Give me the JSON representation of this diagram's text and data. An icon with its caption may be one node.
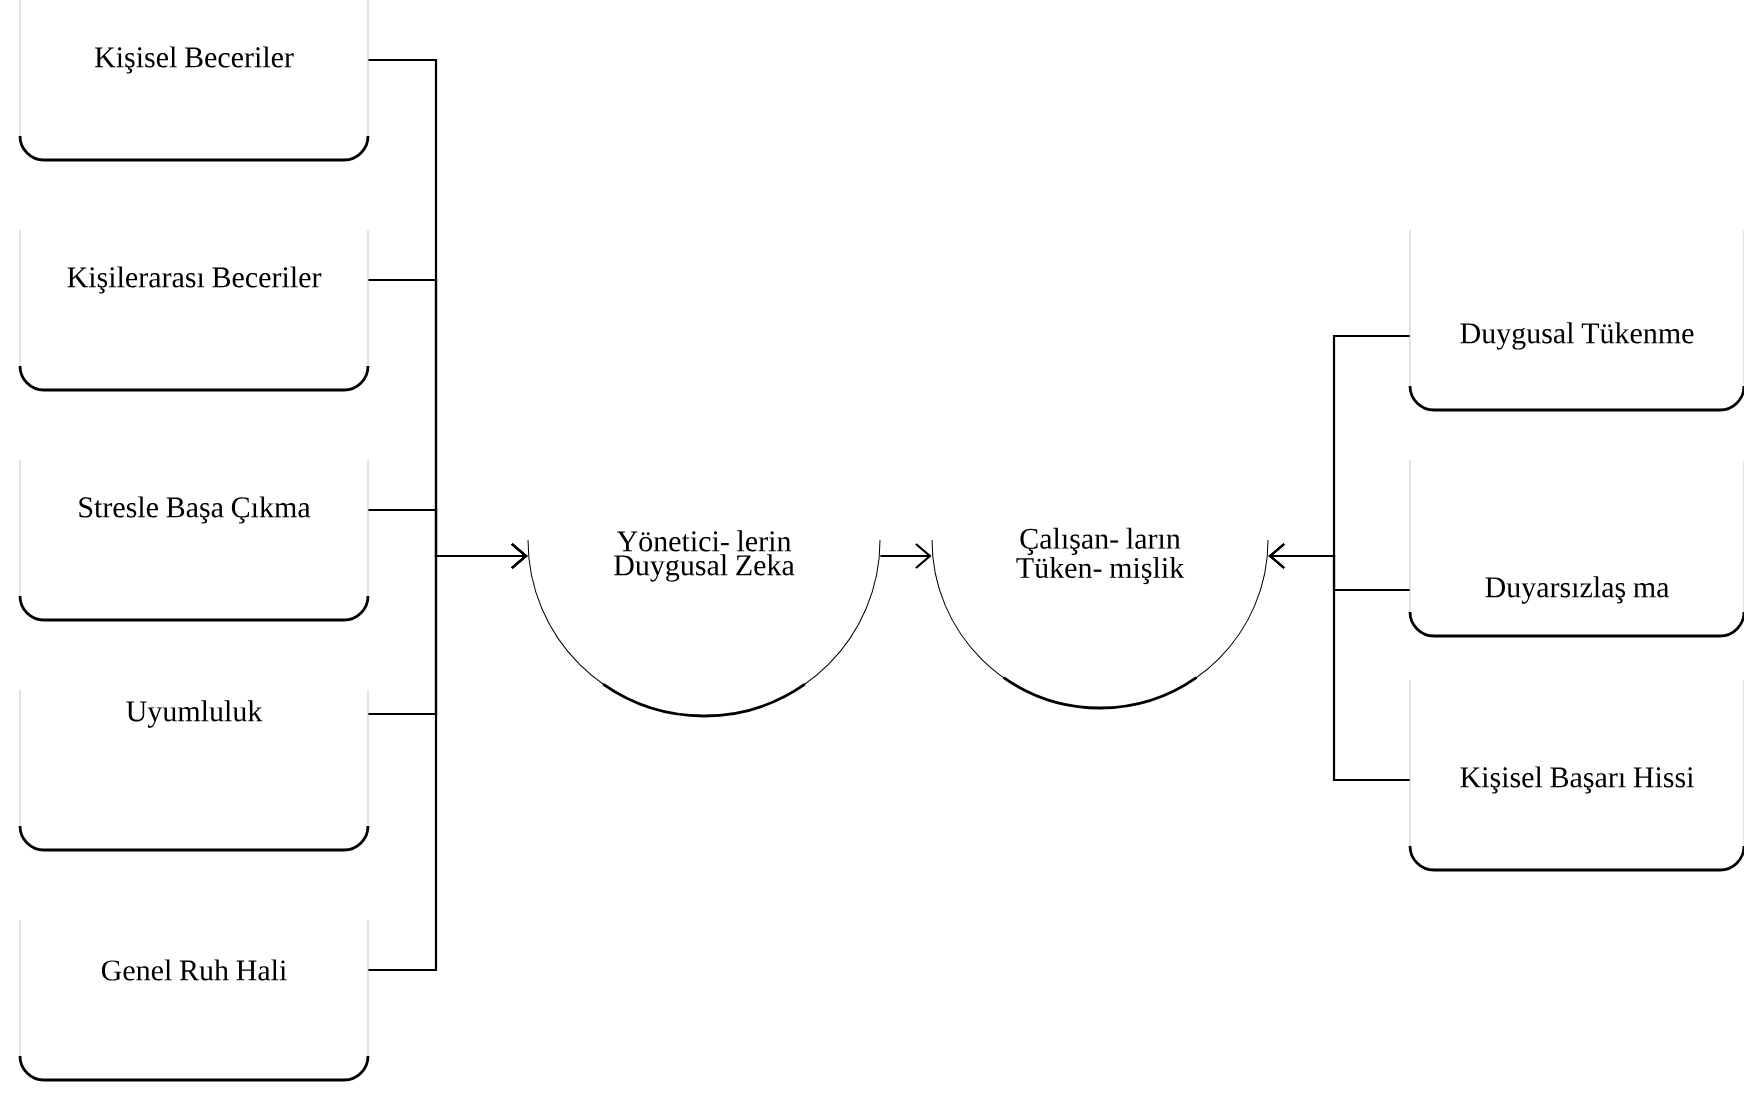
{
  "diagram": {
    "nodes": [
      {
        "text": [
          "Kişisel Beceriler"
        ]
      },
      {
        "text": [
          "Kişilerarası Beceriler"
        ]
      },
      {
        "text": [
          "Stresle Başa Çıkma"
        ]
      },
      {
        "text": [
          "Uyumluluk"
        ]
      },
      {
        "text": [
          "Genel Ruh Hali"
        ]
      },
      {
        "text": [
          "Yönetici- lerin Duygusal Zeka"
        ]
      },
      {
        "text": [
          "Çalışan- ların Tüken- mişlik"
        ]
      },
      {
        "text": [
          "Duygusal Tükenme"
        ]
      },
      {
        "text": [
          "Duyarsızlaş ma"
        ]
      },
      {
        "text": [
          "Kişisel Başarı Hissi"
        ]
      }
    ],
    "edges": [
      {
        "from": 0,
        "to": 5,
        "arrow": "to"
      },
      {
        "from": 1,
        "to": 5,
        "arrow": "to"
      },
      {
        "from": 2,
        "to": 5,
        "arrow": "to"
      },
      {
        "from": 3,
        "to": 5,
        "arrow": "to"
      },
      {
        "from": 4,
        "to": 5,
        "arrow": "to"
      },
      {
        "from": 5,
        "to": 6,
        "arrow": "to"
      },
      {
        "from": 7,
        "to": 6,
        "arrow": "to"
      },
      {
        "from": 8,
        "to": 6,
        "arrow": "to"
      },
      {
        "from": 9,
        "to": 6,
        "arrow": "to"
      }
    ]
  }
}
